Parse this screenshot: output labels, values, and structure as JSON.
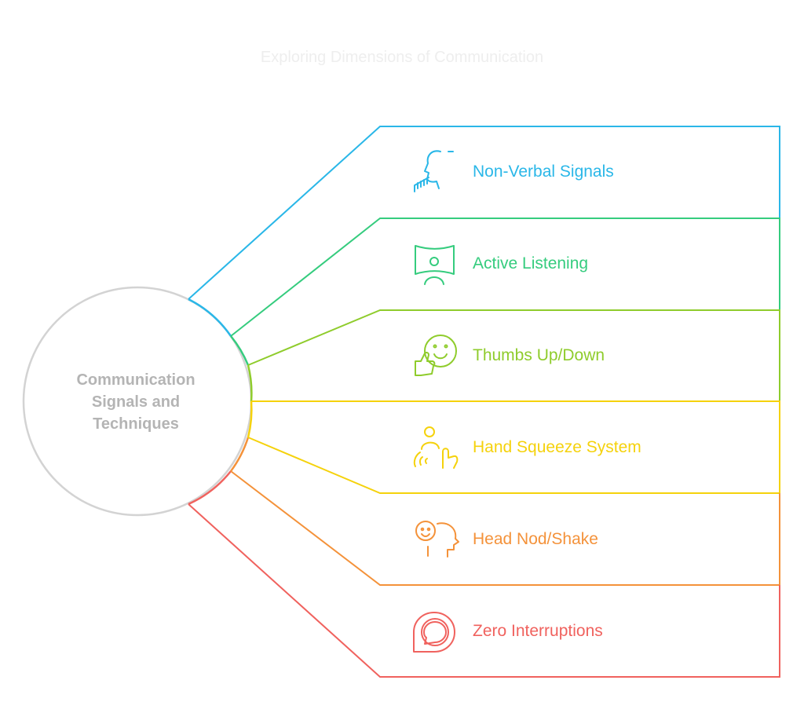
{
  "title": "Exploring Dimensions of Communication",
  "center": {
    "lines": [
      "Communication",
      "Signals and",
      "Techniques"
    ],
    "stroke_color": "#d3d3d3",
    "text_color": "#b4b4b4"
  },
  "items": [
    {
      "label": "Non-Verbal Signals",
      "color": "#2ab7e8",
      "icon": "speaking-hand-icon"
    },
    {
      "label": "Active Listening",
      "color": "#35cc7e",
      "icon": "listener-screen-icon"
    },
    {
      "label": "Thumbs Up/Down",
      "color": "#8fcc2c",
      "icon": "smiley-thumbs-up-icon"
    },
    {
      "label": "Hand Squeeze System",
      "color": "#f5d20c",
      "icon": "hand-squeeze-icon"
    },
    {
      "label": "Head Nod/Shake",
      "color": "#f4923a",
      "icon": "head-nod-icon"
    },
    {
      "label": "Zero Interruptions",
      "color": "#f0625e",
      "icon": "chat-bubble-icon"
    }
  ]
}
